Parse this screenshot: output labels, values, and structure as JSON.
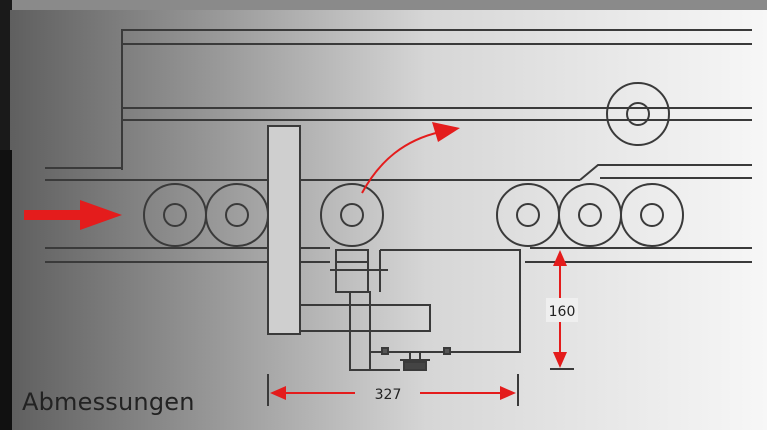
{
  "caption": "Abmessungen",
  "dimensions": {
    "height_value": "160",
    "width_value": "327"
  },
  "colors": {
    "accent_red": "#e41c1c",
    "line": "#3a3a3a",
    "background_dark": "#2a2a2a",
    "background_light": "#f2f2f2"
  }
}
